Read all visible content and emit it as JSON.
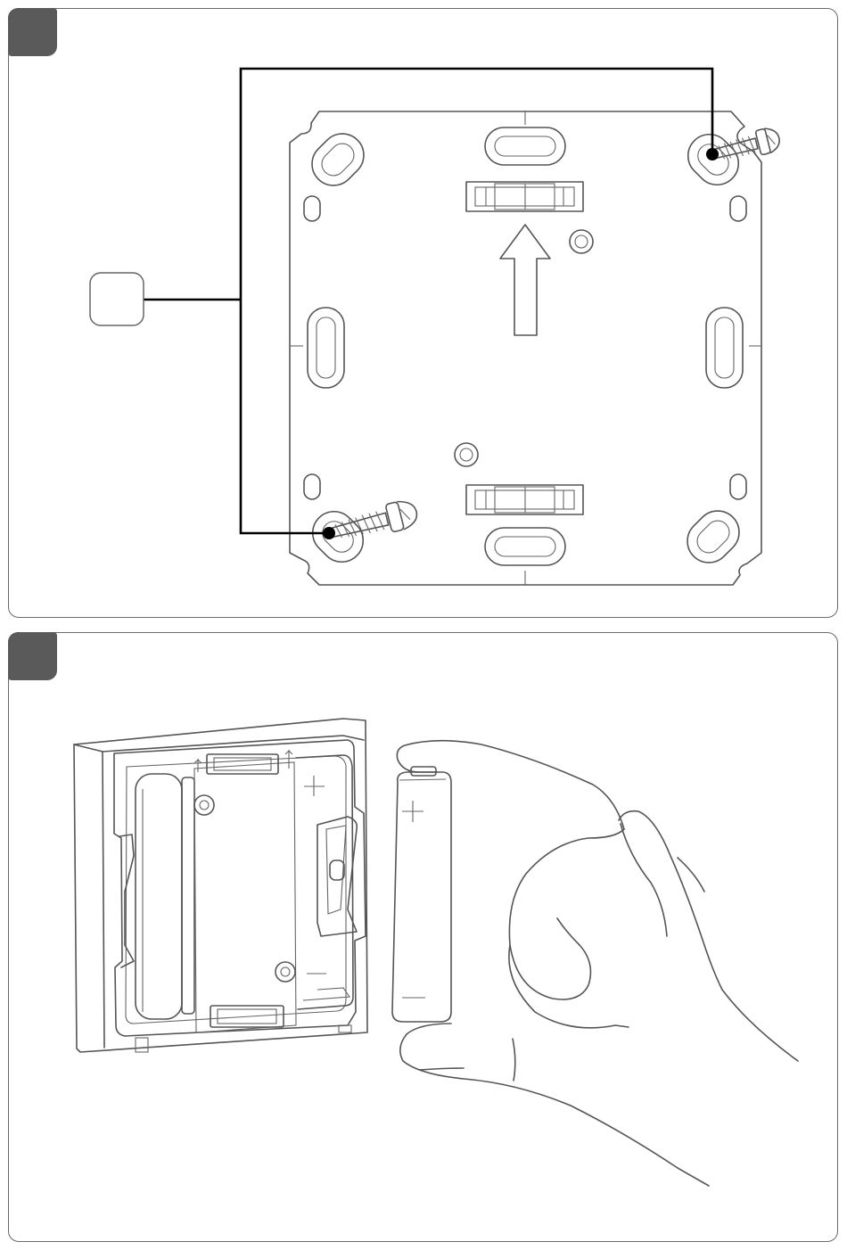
{
  "steps": [
    {
      "id": "step-1",
      "badge_color": "#5a5a5a",
      "callout_label": ""
    },
    {
      "id": "step-2",
      "badge_color": "#5a5a5a"
    }
  ],
  "icons": [
    "mounting-plate",
    "screw",
    "up-arrow",
    "battery",
    "hand",
    "battery-compartment"
  ],
  "colors": {
    "border": "#6a6a6a",
    "line": "#555555",
    "callout": "#000000"
  }
}
